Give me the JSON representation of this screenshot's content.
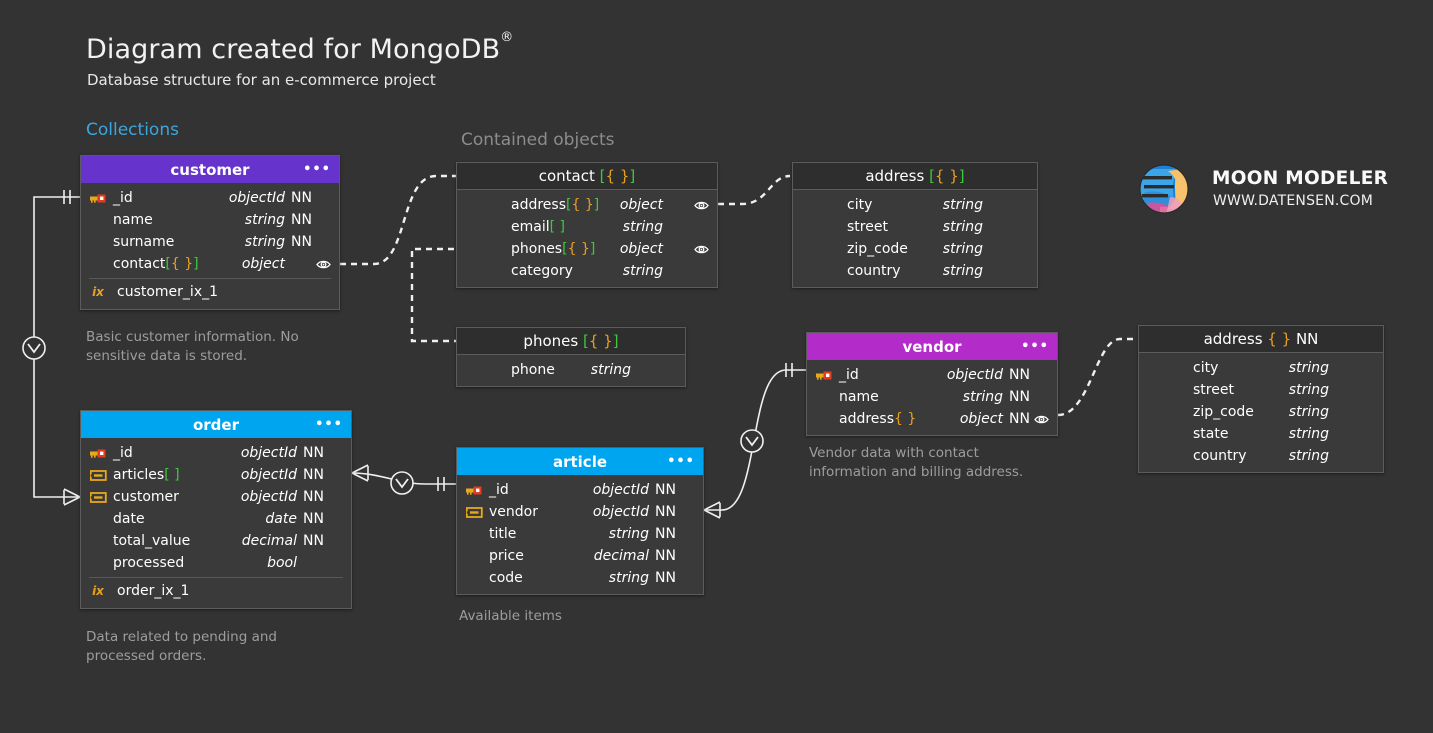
{
  "page": {
    "title": "Diagram created for MongoDB",
    "title_sup": "®",
    "subtitle": "Database structure for an e-commerce project",
    "section_collections": "Collections",
    "section_contained": "Contained objects",
    "bg_color": "#333333"
  },
  "brand": {
    "name": "MOON MODELER",
    "url": "WWW.DATENSEN.COM",
    "logo_icon": "moon-modeler-logo"
  },
  "colors": {
    "collection_purple": "#6633cc",
    "collection_blue": "#00a5f0",
    "collection_magenta": "#b32bc8",
    "contained_header": "#2e2e2e",
    "body": "#3a3a3a",
    "border": "#5c5c5c",
    "accent_link": "#3aa6e0",
    "bracket_square": "#3ec93e",
    "bracket_curly": "#e8a020",
    "note_text": "#9d9d9d"
  },
  "entities": {
    "customer": {
      "name": "customer",
      "header_style": "collection-purple",
      "menu": "•••",
      "attributes": [
        {
          "icon": "primary-key-icon",
          "name": "_id",
          "suffix": "",
          "type": "objectId",
          "nn": "NN",
          "eye": false
        },
        {
          "icon": "",
          "name": "name",
          "suffix": "",
          "type": "string",
          "nn": "NN",
          "eye": false
        },
        {
          "icon": "",
          "name": "surname",
          "suffix": "",
          "type": "string",
          "nn": "NN",
          "eye": false
        },
        {
          "icon": "",
          "name": "contact",
          "suffix": "[{ }]",
          "type": "object",
          "nn": "",
          "eye": true
        }
      ],
      "indexes": [
        {
          "tag": "ix",
          "name": "customer_ix_1"
        }
      ],
      "note": "Basic customer information. No\nsensitive data is stored."
    },
    "order": {
      "name": "order",
      "header_style": "collection-blue",
      "menu": "•••",
      "attributes": [
        {
          "icon": "primary-key-icon",
          "name": "_id",
          "suffix": "",
          "type": "objectId",
          "nn": "NN",
          "eye": false
        },
        {
          "icon": "foreign-key-icon",
          "name": "articles",
          "suffix": "[ ]",
          "type": "objectId",
          "nn": "NN",
          "eye": false
        },
        {
          "icon": "foreign-key-icon",
          "name": "customer",
          "suffix": "",
          "type": "objectId",
          "nn": "NN",
          "eye": false
        },
        {
          "icon": "",
          "name": "date",
          "suffix": "",
          "type": "date",
          "nn": "NN",
          "eye": false
        },
        {
          "icon": "",
          "name": "total_value",
          "suffix": "",
          "type": "decimal",
          "nn": "NN",
          "eye": false
        },
        {
          "icon": "",
          "name": "processed",
          "suffix": "",
          "type": "bool",
          "nn": "",
          "eye": false
        }
      ],
      "indexes": [
        {
          "tag": "ix",
          "name": "order_ix_1"
        }
      ],
      "note": "Data related to pending and\nprocessed orders."
    },
    "article": {
      "name": "article",
      "header_style": "collection-blue",
      "menu": "•••",
      "attributes": [
        {
          "icon": "primary-key-icon",
          "name": "_id",
          "suffix": "",
          "type": "objectId",
          "nn": "NN",
          "eye": false
        },
        {
          "icon": "foreign-key-icon",
          "name": "vendor",
          "suffix": "",
          "type": "objectId",
          "nn": "NN",
          "eye": false
        },
        {
          "icon": "",
          "name": "title",
          "suffix": "",
          "type": "string",
          "nn": "NN",
          "eye": false
        },
        {
          "icon": "",
          "name": "price",
          "suffix": "",
          "type": "decimal",
          "nn": "NN",
          "eye": false
        },
        {
          "icon": "",
          "name": "code",
          "suffix": "",
          "type": "string",
          "nn": "NN",
          "eye": false
        }
      ],
      "indexes": [],
      "note": "Available items"
    },
    "vendor": {
      "name": "vendor",
      "header_style": "collection-magenta",
      "menu": "•••",
      "attributes": [
        {
          "icon": "primary-key-icon",
          "name": "_id",
          "suffix": "",
          "type": "objectId",
          "nn": "NN",
          "eye": false
        },
        {
          "icon": "",
          "name": "name",
          "suffix": "",
          "type": "string",
          "nn": "NN",
          "eye": false
        },
        {
          "icon": "",
          "name": "address",
          "suffix": "{ }",
          "type": "object",
          "nn": "NN",
          "eye": true
        }
      ],
      "indexes": [],
      "note": "Vendor data with contact\ninformation and billing address."
    },
    "contact": {
      "name": "contact",
      "name_suffix": "[{ }]",
      "header_style": "contained",
      "attributes": [
        {
          "icon": "",
          "name": "address",
          "suffix": "[{ }]",
          "type": "object",
          "nn": "",
          "eye": true
        },
        {
          "icon": "",
          "name": "email",
          "suffix": "[ ]",
          "type": "string",
          "nn": "",
          "eye": false
        },
        {
          "icon": "",
          "name": "phones",
          "suffix": "[{ }]",
          "type": "object",
          "nn": "",
          "eye": true
        },
        {
          "icon": "",
          "name": "category",
          "suffix": "",
          "type": "string",
          "nn": "",
          "eye": false
        }
      ],
      "indexes": [],
      "note": ""
    },
    "address_contact": {
      "name": "address",
      "name_suffix": "[{ }]",
      "header_style": "contained",
      "attributes": [
        {
          "icon": "",
          "name": "city",
          "suffix": "",
          "type": "string",
          "nn": "",
          "eye": false
        },
        {
          "icon": "",
          "name": "street",
          "suffix": "",
          "type": "string",
          "nn": "",
          "eye": false
        },
        {
          "icon": "",
          "name": "zip_code",
          "suffix": "",
          "type": "string",
          "nn": "",
          "eye": false
        },
        {
          "icon": "",
          "name": "country",
          "suffix": "",
          "type": "string",
          "nn": "",
          "eye": false
        }
      ],
      "indexes": [],
      "note": ""
    },
    "phones": {
      "name": "phones",
      "name_suffix": "[{ }]",
      "header_style": "contained",
      "attributes": [
        {
          "icon": "",
          "name": "phone",
          "suffix": "",
          "type": "string",
          "nn": "",
          "eye": false
        }
      ],
      "indexes": [],
      "note": ""
    },
    "address_vendor": {
      "name": "address",
      "name_suffix": "{ }",
      "name_nn": "NN",
      "header_style": "contained",
      "attributes": [
        {
          "icon": "",
          "name": "city",
          "suffix": "",
          "type": "string",
          "nn": "",
          "eye": false
        },
        {
          "icon": "",
          "name": "street",
          "suffix": "",
          "type": "string",
          "nn": "",
          "eye": false
        },
        {
          "icon": "",
          "name": "zip_code",
          "suffix": "",
          "type": "string",
          "nn": "",
          "eye": false
        },
        {
          "icon": "",
          "name": "state",
          "suffix": "",
          "type": "string",
          "nn": "",
          "eye": false
        },
        {
          "icon": "",
          "name": "country",
          "suffix": "",
          "type": "string",
          "nn": "",
          "eye": false
        }
      ],
      "indexes": [],
      "note": ""
    }
  },
  "relationships": [
    {
      "from": "customer._id",
      "to": "order.customer",
      "style": "solid",
      "from_card": "one",
      "to_card": "many"
    },
    {
      "from": "order.articles",
      "to": "article._id",
      "style": "solid",
      "from_card": "many",
      "to_card": "one"
    },
    {
      "from": "article.vendor",
      "to": "vendor._id",
      "style": "solid",
      "from_card": "many",
      "to_card": "one"
    },
    {
      "from": "customer.contact",
      "to": "contact",
      "style": "dashed"
    },
    {
      "from": "contact.address",
      "to": "address_contact",
      "style": "dashed"
    },
    {
      "from": "contact.phones",
      "to": "phones",
      "style": "dashed"
    },
    {
      "from": "vendor.address",
      "to": "address_vendor",
      "style": "dashed"
    }
  ]
}
